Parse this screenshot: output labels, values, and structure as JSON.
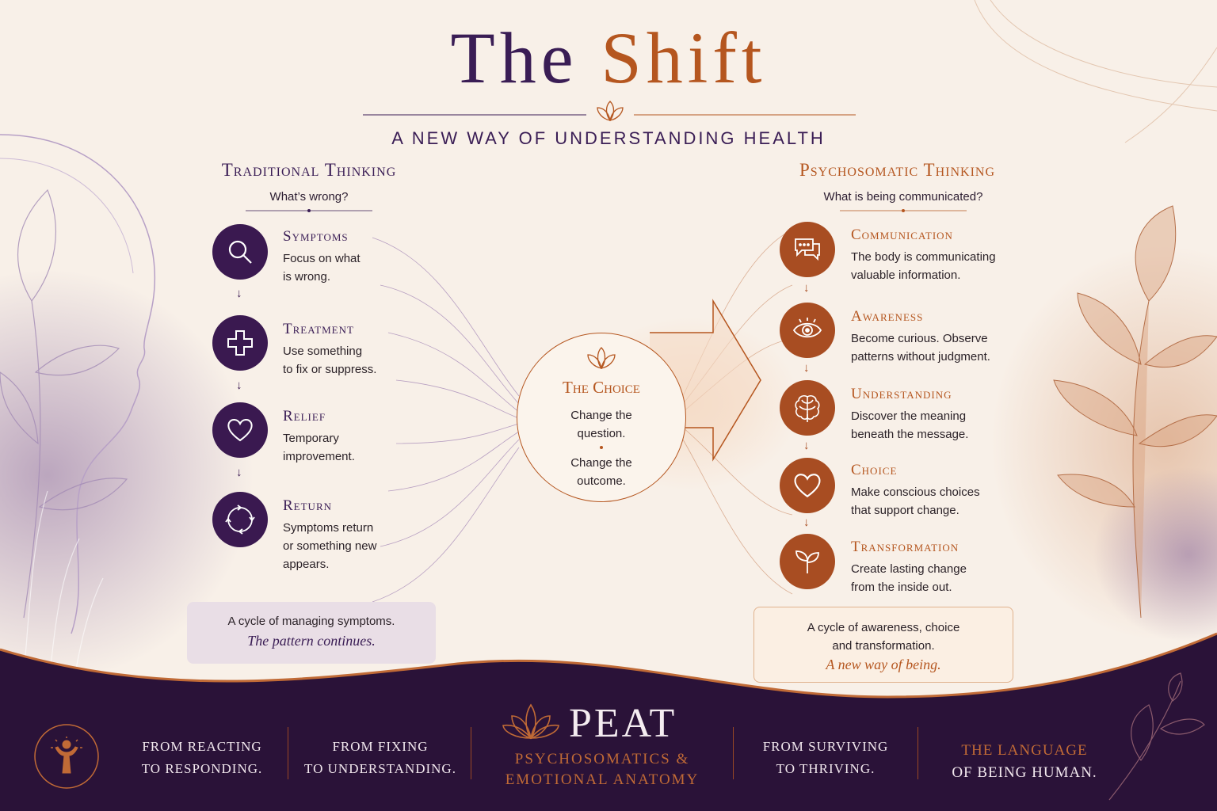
{
  "title": {
    "part1": "The",
    "part2": "Shift"
  },
  "subtitle": "A NEW WAY OF UNDERSTANDING HEALTH",
  "traditional": {
    "heading": "Traditional Thinking",
    "question": "What’s wrong?",
    "steps": [
      {
        "title": "Symptoms",
        "line1": "Focus on what",
        "line2": "is wrong.",
        "line3": "",
        "icon": "magnifier-icon"
      },
      {
        "title": "Treatment",
        "line1": "Use something",
        "line2": "to fix or suppress.",
        "line3": "",
        "icon": "cross-icon"
      },
      {
        "title": "Relief",
        "line1": "Temporary",
        "line2": "improvement.",
        "line3": "",
        "icon": "heart-icon"
      },
      {
        "title": "Return",
        "line1": "Symptoms return",
        "line2": "or something new",
        "line3": "appears.",
        "icon": "cycle-icon"
      }
    ],
    "summary_line1": "A cycle of managing symptoms.",
    "summary_line2": "The pattern continues."
  },
  "choice": {
    "title": "The Choice",
    "line1": "Change the",
    "line2": "question.",
    "line3": "Change the",
    "line4": "outcome."
  },
  "psychosomatic": {
    "heading": "Psychosomatic Thinking",
    "question": "What is being communicated?",
    "steps": [
      {
        "title": "Communication",
        "line1": "The body is communicating",
        "line2": "valuable information.",
        "icon": "speech-bubble-icon"
      },
      {
        "title": "Awareness",
        "line1": "Become curious. Observe",
        "line2": "patterns without judgment.",
        "icon": "eye-icon"
      },
      {
        "title": "Understanding",
        "line1": "Discover the meaning",
        "line2": "beneath the message.",
        "icon": "brain-icon"
      },
      {
        "title": "Choice",
        "line1": "Make conscious choices",
        "line2": "that support change.",
        "icon": "heart-icon"
      },
      {
        "title": "Transformation",
        "line1": "Create lasting change",
        "line2": "from the inside out.",
        "icon": "sprout-icon"
      }
    ],
    "summary_line1": "A cycle of awareness, choice",
    "summary_line2": "and transformation.",
    "summary_line3": "A new way of being."
  },
  "footer": {
    "item1_l1": "FROM REACTING",
    "item1_l2": "TO RESPONDING.",
    "item2_l1": "FROM FIXING",
    "item2_l2": "TO UNDERSTANDING.",
    "brand": "PEAT",
    "brand_sub1": "PSYCHOSOMATICS &",
    "brand_sub2": "EMOTIONAL ANATOMY",
    "item3_l1": "FROM SURVIVING",
    "item3_l2": "TO THRIVING.",
    "item4_l1": "THE LANGUAGE",
    "item4_l2": "OF BEING HUMAN."
  },
  "colors": {
    "purple": "#3a1950",
    "orange": "#a84d22",
    "cream": "#f8f0e8",
    "footer": "#2a1238"
  }
}
